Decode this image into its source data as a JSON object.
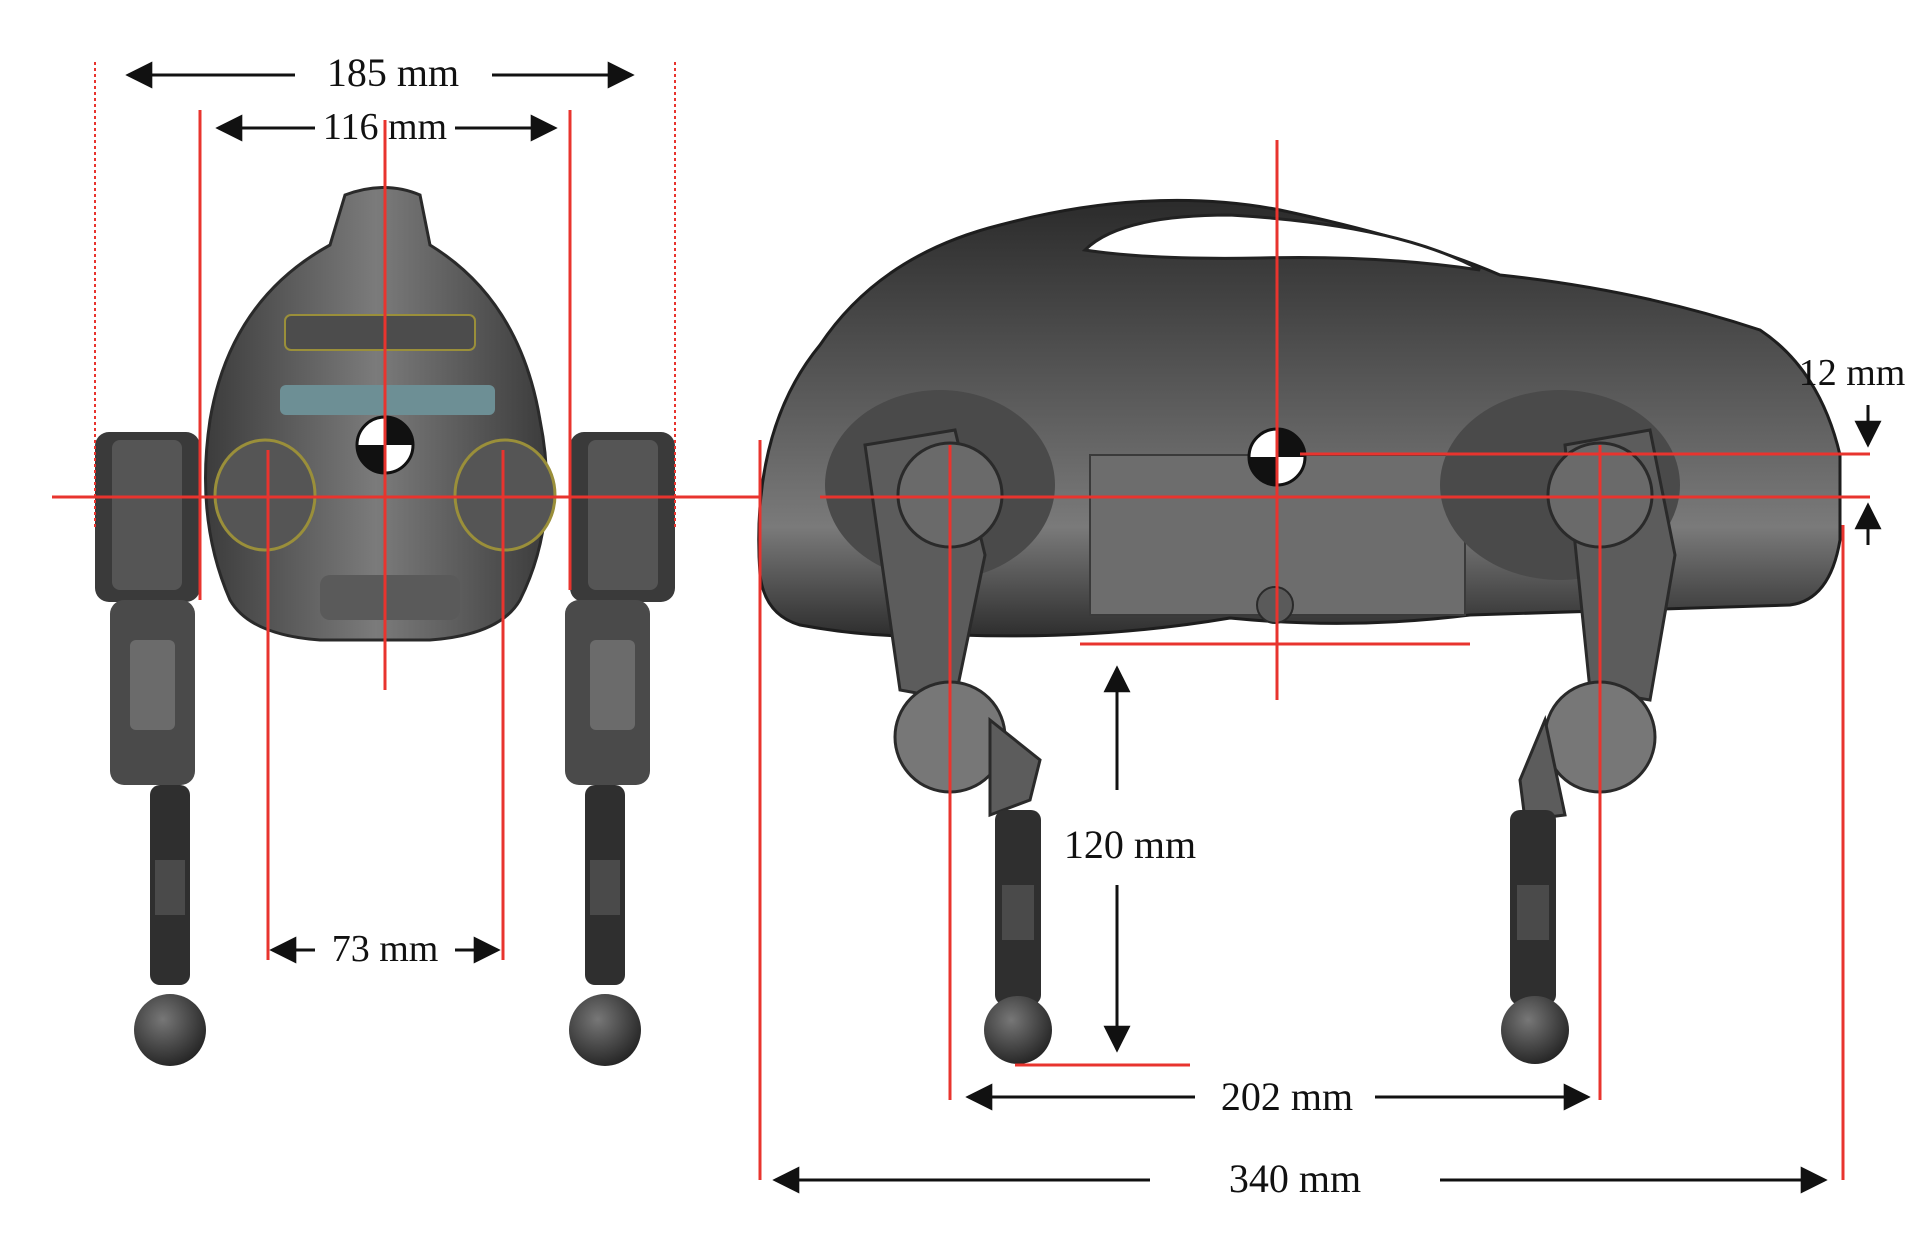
{
  "dimensions": {
    "front_overall_width": "185 mm",
    "front_hip_width": "116 mm",
    "front_foot_width": "73 mm",
    "side_hip_vertical_offset": "12 mm",
    "side_body_clearance": "120 mm",
    "side_hip_spacing": "202 mm",
    "side_overall_length": "340 mm"
  },
  "views": [
    "front-view",
    "side-view"
  ],
  "colors": {
    "dimension_line": "#e8342e",
    "arrow": "#111111",
    "body_dark": "#3a3a3a",
    "body_light": "#6a6a6a",
    "leg_gray": "#5c5c5c",
    "background": "#ffffff"
  },
  "icons": [
    "center-of-mass-icon"
  ]
}
